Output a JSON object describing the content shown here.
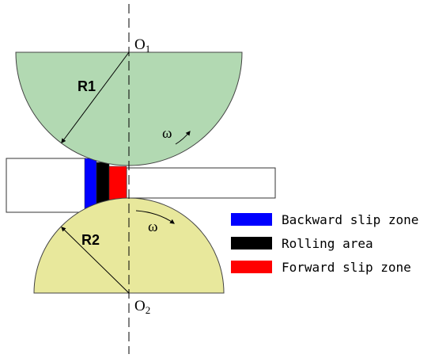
{
  "labels": {
    "top_center": "O",
    "top_center_sub": "1",
    "bottom_center": "O",
    "bottom_center_sub": "2",
    "top_radius": "R1",
    "bottom_radius": "R2",
    "top_omega": "ω",
    "bottom_omega": "ω"
  },
  "legend": {
    "items": [
      {
        "label": "Backward slip zone",
        "color": "#0000ff"
      },
      {
        "label": "Rolling area",
        "color": "#000000"
      },
      {
        "label": "Forward slip zone",
        "color": "#ff0000"
      }
    ]
  },
  "colors": {
    "top_roll": "#b2d9b2",
    "bottom_roll": "#e8e89c",
    "strip": "#ffffff",
    "outline": "#333333"
  }
}
